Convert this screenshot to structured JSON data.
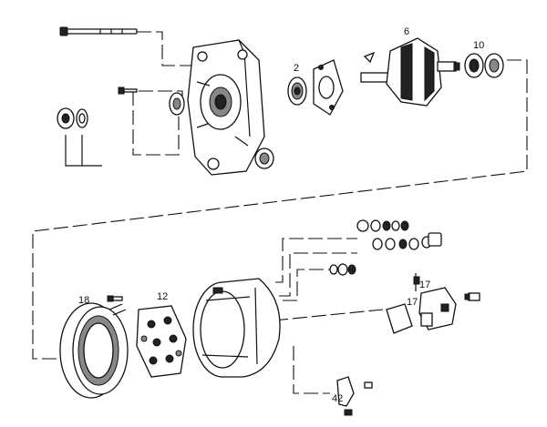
{
  "diagram": {
    "labels": {
      "bearing_2": "2",
      "rotor_6": "6",
      "bearing_10": "10",
      "stator_18": "18",
      "rectifier_12": "12",
      "regulator_17a": "17",
      "regulator_17b": "17",
      "bracket_42": "42"
    }
  }
}
